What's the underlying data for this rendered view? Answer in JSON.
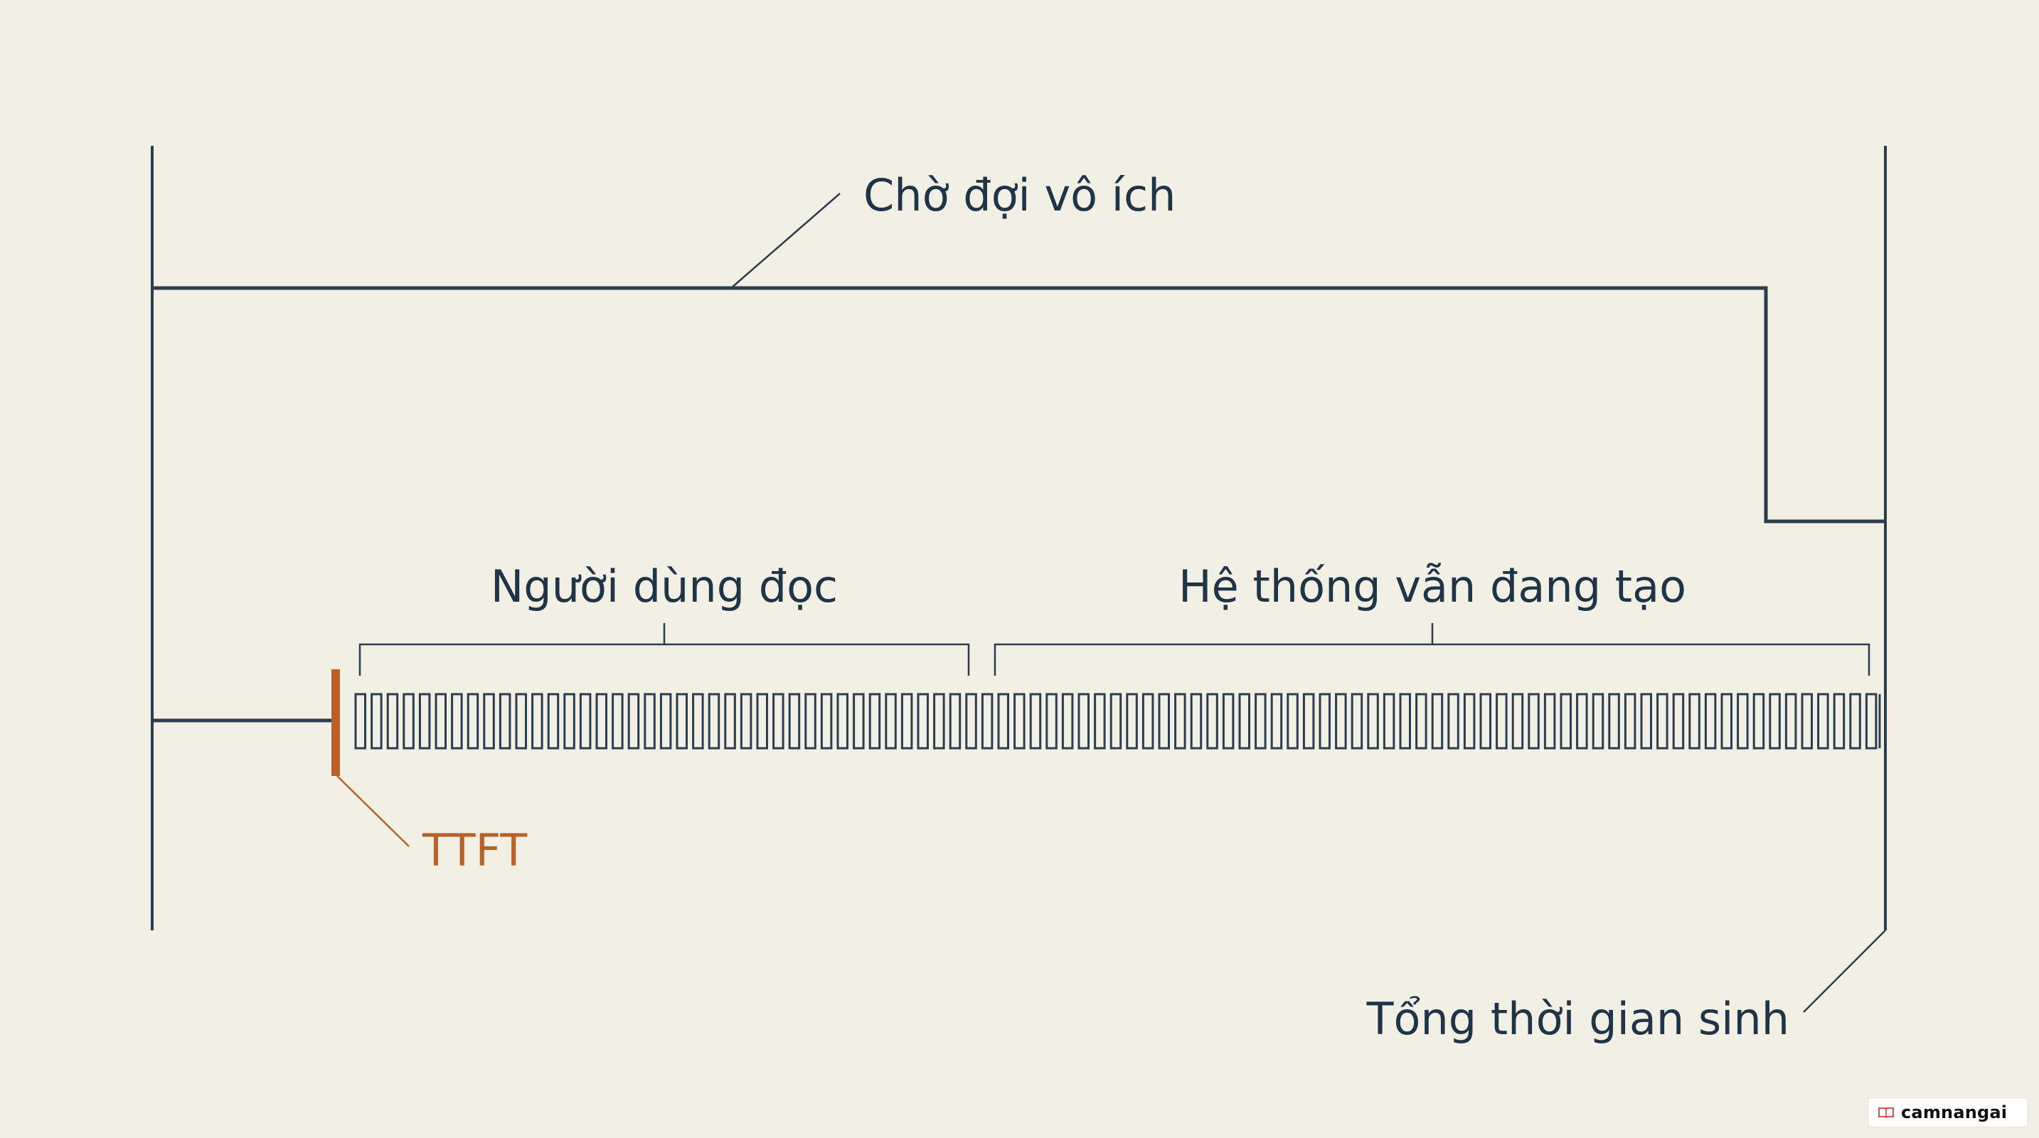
{
  "labels": {
    "wasted_wait": "Chờ đợi vô ích",
    "user_reading": "Người dùng đọc",
    "system_generating": "Hệ thống vẫn đang tạo",
    "ttft": "TTFT",
    "total_generation_time": "Tổng thời gian sinh"
  },
  "watermark": {
    "text": "camnangai",
    "icon": "book-icon"
  },
  "colors": {
    "background": "#f2efe4",
    "line": "#2b3d4f",
    "text": "#1f3447",
    "accent": "#b8612a"
  }
}
